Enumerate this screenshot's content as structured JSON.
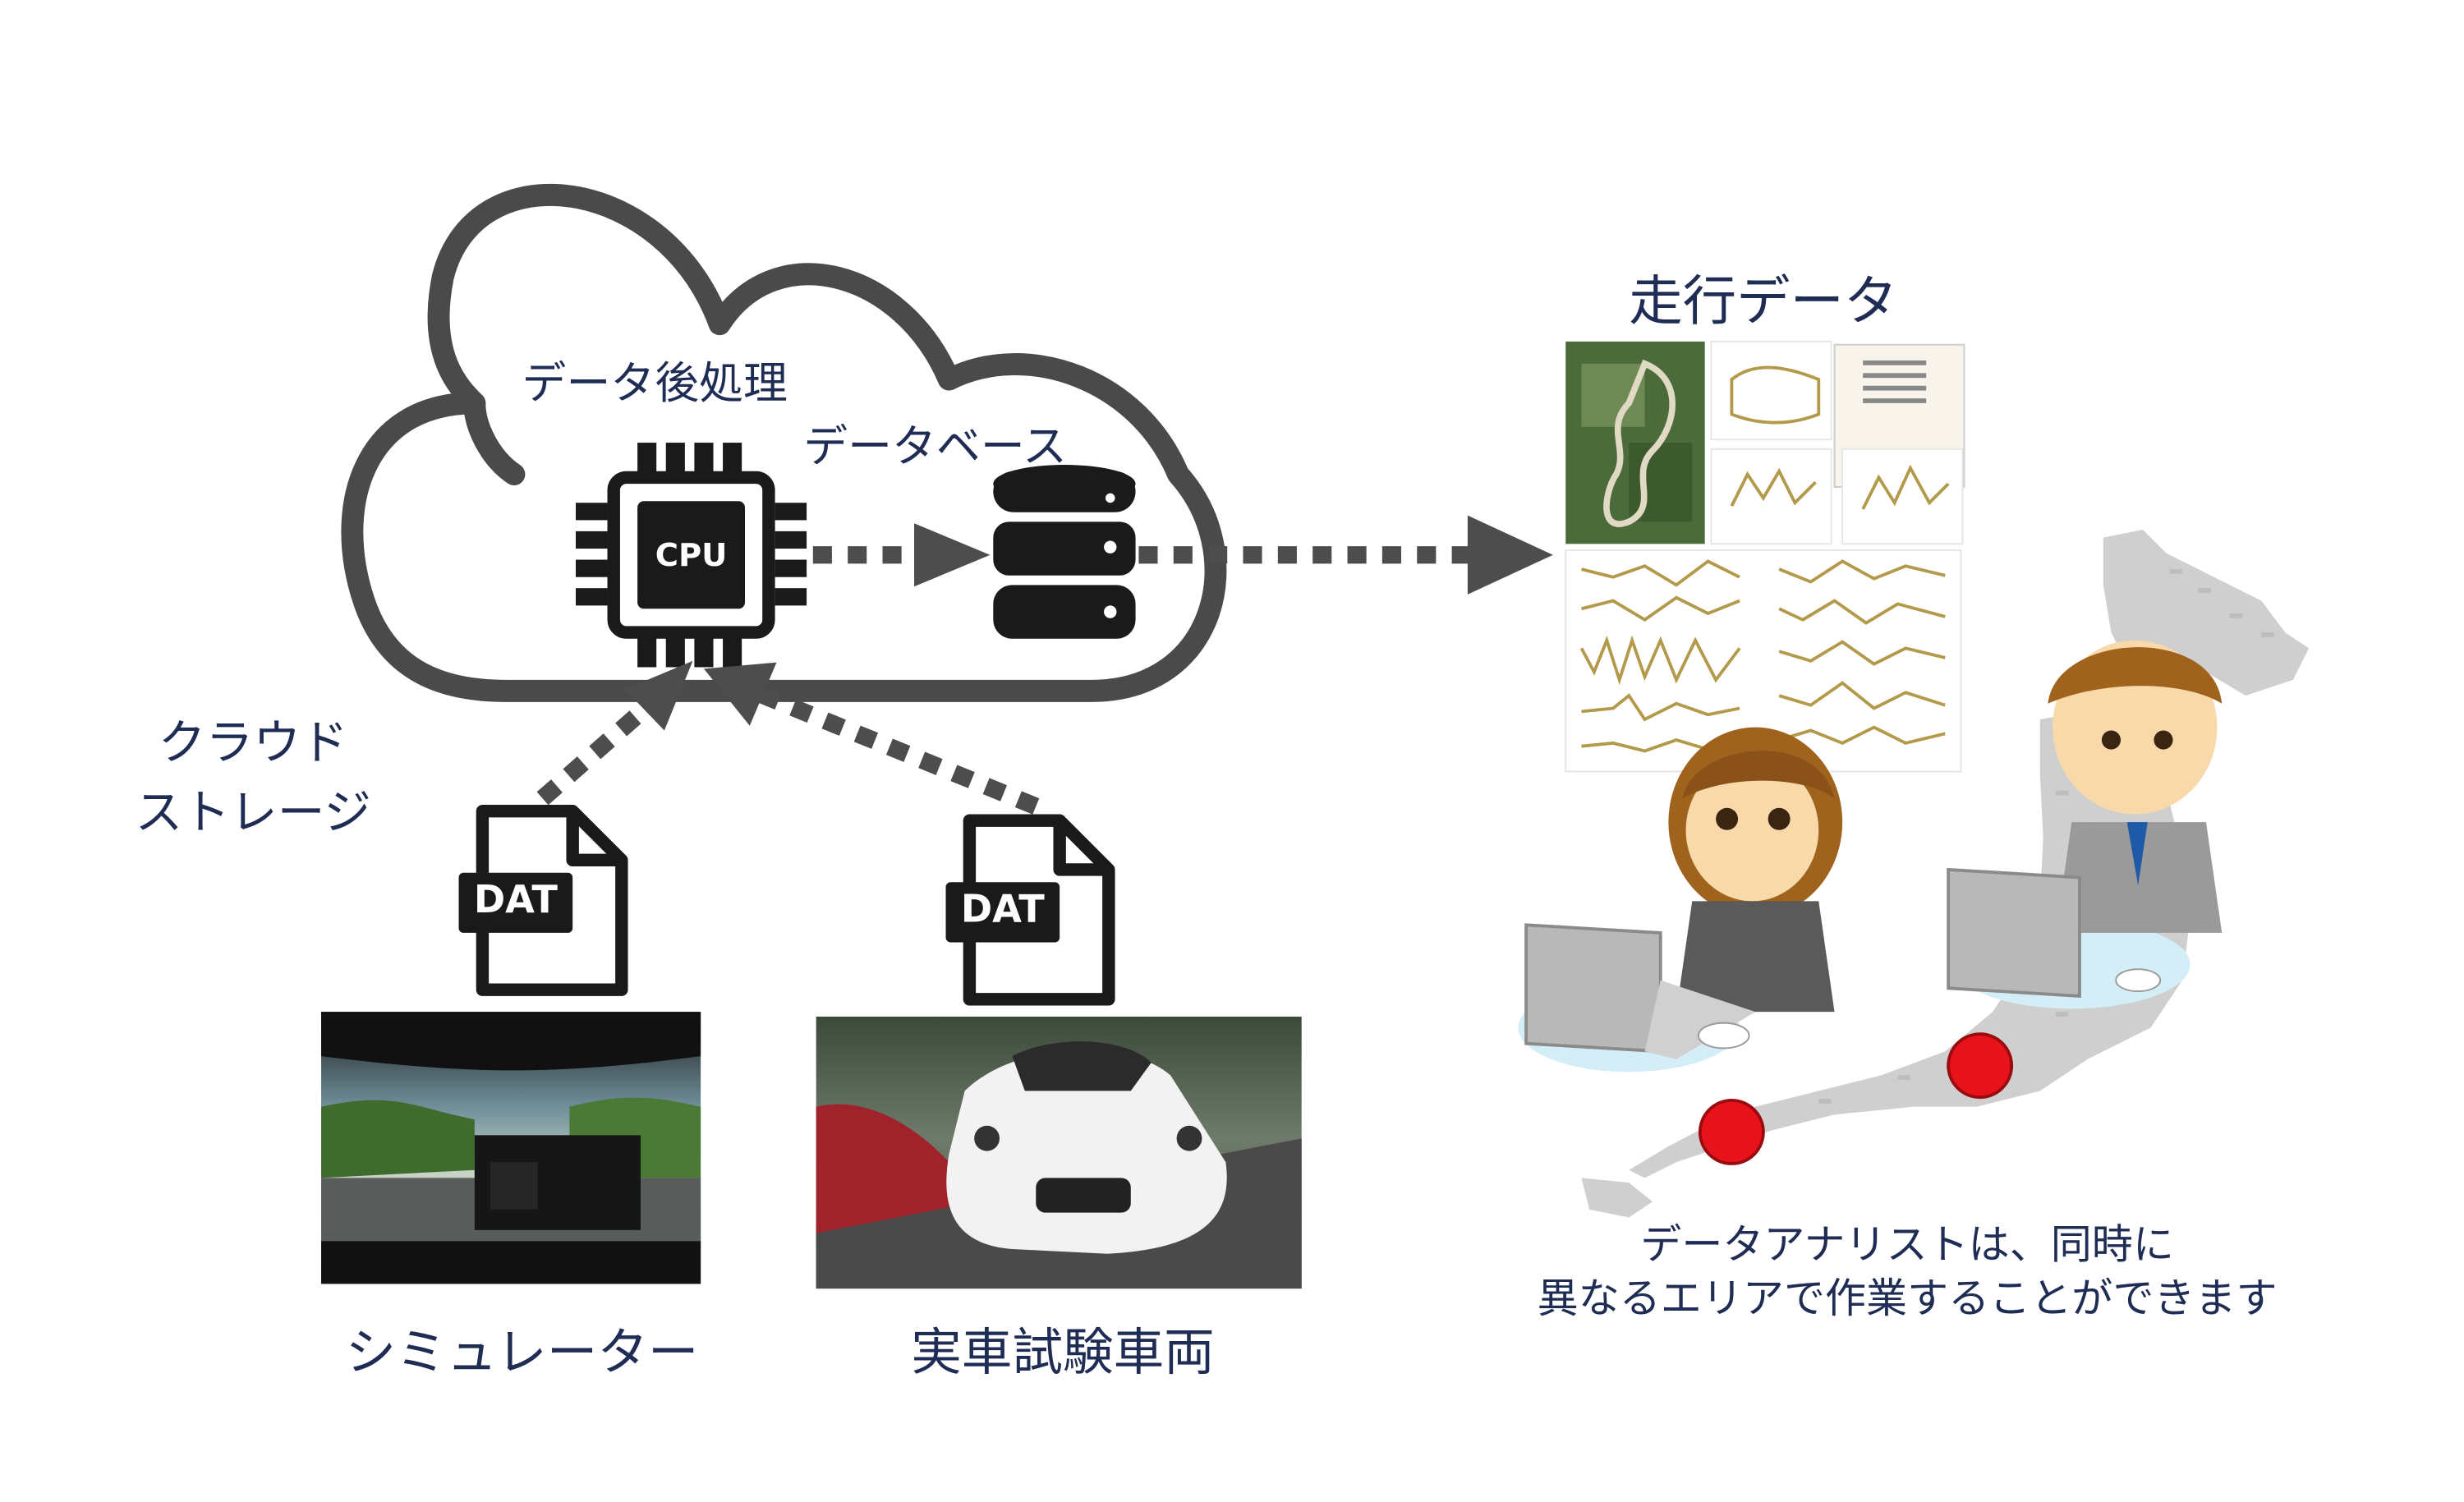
{
  "cloud": {
    "label_line1": "クラウド",
    "label_line2": "ストレージ"
  },
  "processing": {
    "label": "データ後処理",
    "cpu_text": "CPU"
  },
  "database": {
    "label": "データベース"
  },
  "running_data": {
    "title": "走行データ"
  },
  "files": {
    "simulator_file": "DAT",
    "vehicle_file": "DAT"
  },
  "sources": {
    "simulator": "シミュレーター",
    "vehicle": "実車試験車両"
  },
  "analysts": {
    "caption_line1": "データアナリストは、同時に",
    "caption_line2": "異なるエリアで作業することができます"
  },
  "colors": {
    "text": "#1f2d55",
    "icon": "#1a1a1a",
    "arrow": "#4d4d4d",
    "marker": "#e8121b",
    "plot_line": "#b39a4a"
  }
}
